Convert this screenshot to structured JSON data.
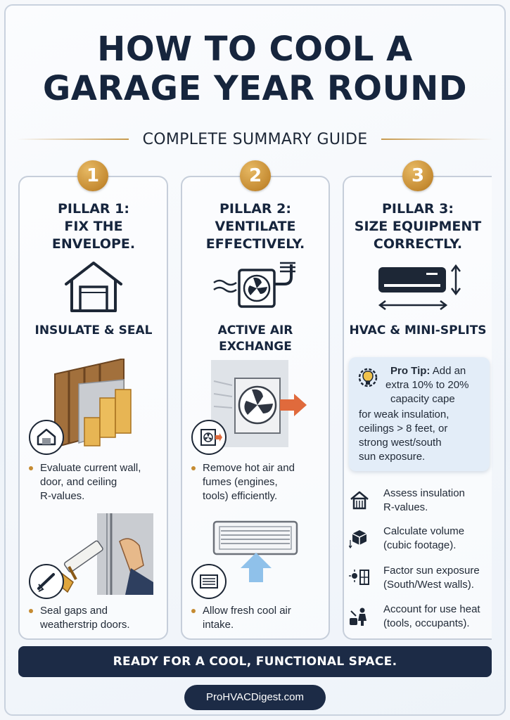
{
  "title_line1": "HOW TO COOL A",
  "title_line2": "GARAGE YEAR ROUND",
  "subtitle": "COMPLETE SUMMARY GUIDE",
  "accent_color": "#c58b32",
  "navy_color": "#1c2b46",
  "pillars": [
    {
      "number": "1",
      "head": [
        "PILLAR 1:",
        "FIX THE",
        "ENVELOPE."
      ],
      "icon": "garage-icon",
      "section": "INSULATE & SEAL",
      "bullets": [
        {
          "icon": "garage-insulation-icon",
          "lines": [
            "Evaluate current wall,",
            "door, and ceiling",
            "R-values."
          ]
        },
        {
          "icon": "caulk-gun-icon",
          "lines": [
            "Seal gaps and",
            "weatherstrip doors."
          ]
        }
      ]
    },
    {
      "number": "2",
      "head": [
        "PILLAR 2:",
        "VENTILATE",
        "EFFECTIVELY."
      ],
      "icon": "exhaust-fan-icon",
      "section": [
        "ACTIVE AIR",
        "EXCHANGE"
      ],
      "bullets": [
        {
          "icon": "fan-icon",
          "lines": [
            "Remove hot air and",
            "fumes (engines,",
            "tools) efficiently."
          ]
        },
        {
          "icon": "vent-icon",
          "lines": [
            "Allow fresh cool air",
            "intake."
          ]
        }
      ]
    },
    {
      "number": "3",
      "head": [
        "PILLAR 3:",
        "SIZE EQUIPMENT",
        "CORRECTLY."
      ],
      "icon": "mini-split-icon",
      "section": "HVAC & MINI-SPLITS",
      "tip": {
        "label": "Pro Tip:",
        "lines": [
          "Add an",
          "extra 10% to 20%",
          "capacity cape",
          "for weak insulation,",
          "ceilings > 8 feet, or",
          "strong west/south",
          "sun exposure."
        ]
      },
      "checklist": [
        {
          "icon": "house-icon",
          "lines": [
            "Assess insulation",
            "R-values."
          ]
        },
        {
          "icon": "cube-icon",
          "lines": [
            "Calculate volume",
            "(cubic footage)."
          ]
        },
        {
          "icon": "sun-window-icon",
          "lines": [
            "Factor sun exposure",
            "(South/West walls)."
          ]
        },
        {
          "icon": "worker-tools-icon",
          "lines": [
            "Account for use heat",
            "(tools, occupants)."
          ]
        }
      ]
    }
  ],
  "footer": "READY FOR A COOL, FUNCTIONAL SPACE.",
  "site": "ProHVACDigest.com"
}
